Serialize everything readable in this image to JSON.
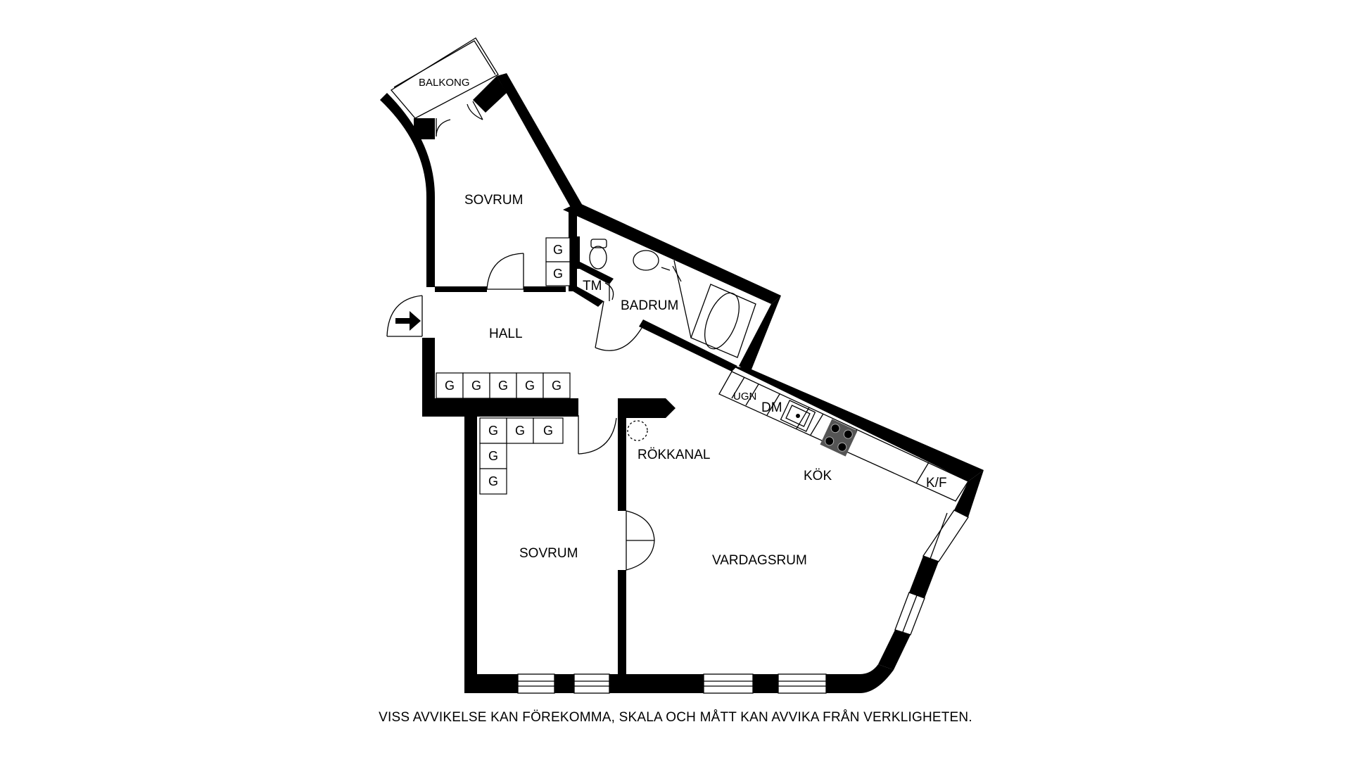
{
  "rooms": {
    "balkong": "BALKONG",
    "sovrum_top": "SOVRUM",
    "hall": "HALL",
    "tm": "TM",
    "badrum": "BADRUM",
    "rokkanal": "RÖKKANAL",
    "kok": "KÖK",
    "sovrum_bottom": "SOVRUM",
    "vardagsrum": "VARDAGSRUM"
  },
  "appliances": {
    "ugn": "UGN",
    "dm": "DM",
    "kf": "K/F"
  },
  "wardrobe_label": "G",
  "disclaimer": "VISS AVVIKELSE KAN FÖREKOMMA, SKALA OCH MÅTT KAN AVVIKA FRÅN VERKLIGHETEN.",
  "colors": {
    "wall": "#000000",
    "background": "#ffffff",
    "line": "#000000"
  },
  "icons": {
    "entrance": "arrow-right-icon"
  }
}
